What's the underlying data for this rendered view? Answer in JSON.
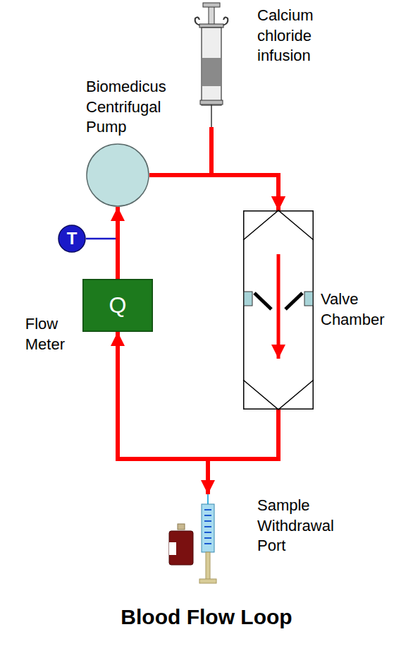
{
  "diagram": {
    "title": "Blood Flow Loop",
    "nodes": [
      {
        "text": [
          "Calcium chloride infusion"
        ]
      },
      {
        "text": [
          "Biomedicus Centrifugal Pump"
        ]
      },
      {
        "text": [
          "Valve Chamber"
        ]
      },
      {
        "text": [
          "T"
        ]
      },
      {
        "text": [
          "Q",
          "Flow Meter"
        ]
      },
      {
        "text": [
          "Sample Withdrawal Port"
        ]
      }
    ],
    "edges": [
      {
        "from": 0,
        "to": 2,
        "arrow": "to"
      },
      {
        "from": 1,
        "to": 2,
        "arrow": "to"
      },
      {
        "from": 2,
        "to": 4,
        "arrow": "to"
      },
      {
        "from": 2,
        "to": 5,
        "arrow": "to"
      },
      {
        "from": 4,
        "to": 1,
        "arrow": "to"
      }
    ]
  }
}
